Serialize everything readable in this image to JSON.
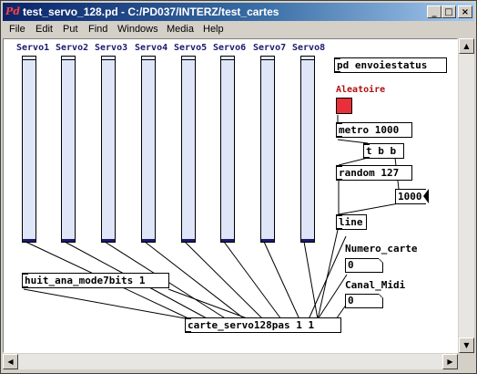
{
  "window": {
    "title": "test_servo_128.pd - C:/PD037/INTERZ/test_cartes",
    "icon": "pd-icon",
    "controls": [
      "_",
      "□",
      "×"
    ]
  },
  "menu": [
    "File",
    "Edit",
    "Put",
    "Find",
    "Windows",
    "Media",
    "Help"
  ],
  "sliders": [
    {
      "label": "Servo1"
    },
    {
      "label": "Servo2"
    },
    {
      "label": "Servo3"
    },
    {
      "label": "Servo4"
    },
    {
      "label": "Servo5"
    },
    {
      "label": "Servo6"
    },
    {
      "label": "Servo7"
    },
    {
      "label": "Servo8"
    }
  ],
  "objects": {
    "envoiestatus": "pd envoiestatus",
    "aleatoire_label": "Aleatoire",
    "metro": "metro 1000",
    "trigger": "t b b",
    "random": "random 127",
    "msg_1000": "1000",
    "line": "line",
    "numero_label": "Numero_carte",
    "numero_value": "0",
    "canal_label": "Canal_Midi",
    "canal_value": "0",
    "huit": "huit_ana_mode7bits 1",
    "carte": "carte_servo128pas 1 1"
  },
  "colors": {
    "bang": "#e8303a",
    "aleatoire_label": "#b01010",
    "slider_fill": "#dfe6f8",
    "slider_label": "#1a1a6e"
  }
}
